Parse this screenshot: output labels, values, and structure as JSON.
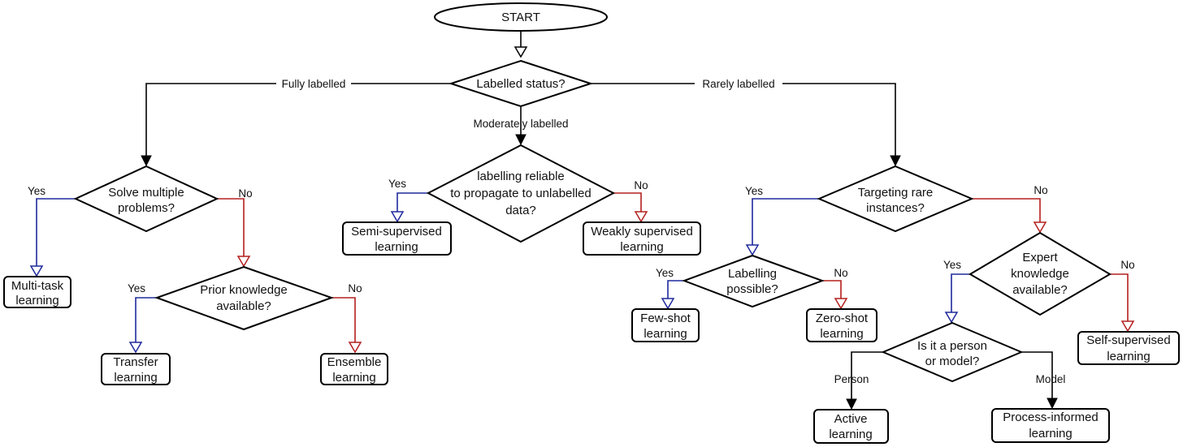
{
  "colors": {
    "yes_branch": "#1f2a9c",
    "no_branch": "#b3201d",
    "main_flow": "#000000"
  },
  "nodes": {
    "start": "START",
    "labelled_status": "Labelled status?",
    "solve_multiple_1": "Solve multiple",
    "solve_multiple_2": "problems?",
    "reliable_1": "labelling reliable",
    "reliable_2": "to propagate to unlabelled",
    "reliable_3": "data?",
    "targeting_1": "Targeting rare",
    "targeting_2": "instances?",
    "prior_1": "Prior knowledge",
    "prior_2": "available?",
    "labelling_possible_1": "Labelling",
    "labelling_possible_2": "possible?",
    "expert_1": "Expert",
    "expert_2": "knowledge",
    "expert_3": "available?",
    "person_model_1": "Is it a person",
    "person_model_2": "or model?"
  },
  "outcomes": {
    "multitask_1": "Multi-task",
    "multitask_2": "learning",
    "transfer_1": "Transfer",
    "transfer_2": "learning",
    "ensemble_1": "Ensemble",
    "ensemble_2": "learning",
    "semi_1": "Semi-supervised",
    "semi_2": "learning",
    "weak_1": "Weakly supervised",
    "weak_2": "learning",
    "fewshot_1": "Few-shot",
    "fewshot_2": "learning",
    "zeroshot_1": "Zero-shot",
    "zeroshot_2": "learning",
    "selfsup_1": "Self-supervised",
    "selfsup_2": "learning",
    "active_1": "Active",
    "active_2": "learning",
    "process_1": "Process-informed",
    "process_2": "learning"
  },
  "edges": {
    "fully": "Fully labelled",
    "moderately": "Moderately labelled",
    "rarely": "Rarely labelled",
    "yes": "Yes",
    "no": "No",
    "person": "Person",
    "model": "Model"
  }
}
